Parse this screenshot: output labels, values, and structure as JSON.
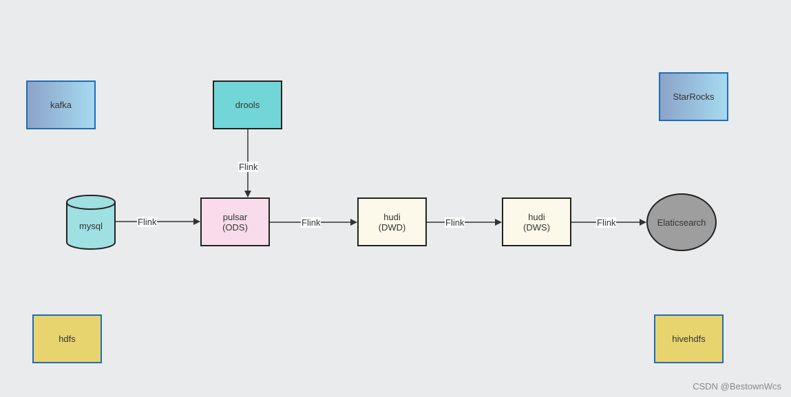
{
  "nodes": {
    "kafka": "kafka",
    "drools": "drools",
    "starrocks": "StarRocks",
    "mysql": "mysql",
    "pulsar": "pulsar\n(ODS)",
    "hudi_dwd": "hudi\n(DWD)",
    "hudi_dws": "hudi\n(DWS)",
    "elasticsearch": "Elaticsearch",
    "hdfs": "hdfs",
    "hivehdfs": "hivehdfs"
  },
  "edges": {
    "drools_to_pulsar": "Flink",
    "mysql_to_pulsar": "Flink",
    "pulsar_to_hudi_dwd": "Flink",
    "hudi_dwd_to_hudi_dws": "Flink",
    "hudi_dws_to_elasticsearch": "Flink"
  },
  "watermark": "CSDN @BestownWcs",
  "colors": {
    "background": "#eaebed",
    "gradient_box_start": "#8ca3c9",
    "gradient_box_end": "#a6daf0",
    "gradient_box_border": "#1f6cb5",
    "teal_fill": "#72d6d8",
    "pink_fill": "#f9dceb",
    "cream_fill": "#fcf9ea",
    "yellow_fill": "#e8d46e",
    "elasticsearch_fill": "#9e9e9e",
    "cylinder_fill": "#9fe0e2"
  }
}
